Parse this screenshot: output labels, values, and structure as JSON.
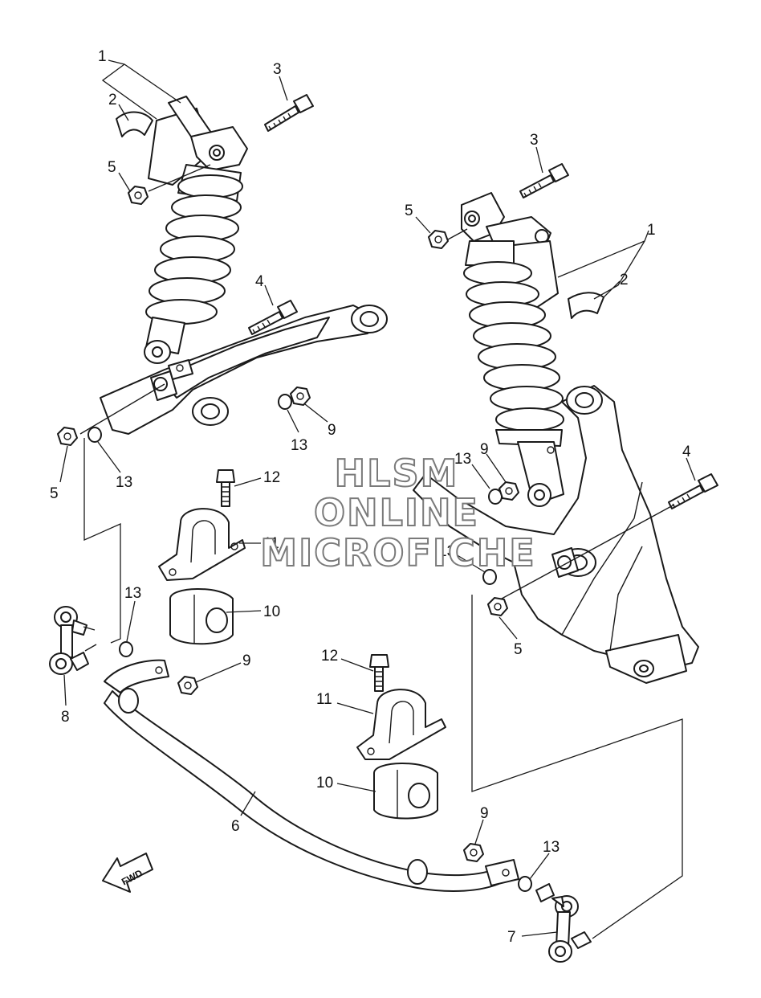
{
  "watermark": {
    "line1": "HLSM",
    "line2": "ONLINE",
    "line3": "MICROFICHE"
  },
  "direction_label": "FWD",
  "callouts": {
    "left_shock_1": "1",
    "left_shock_2": "2",
    "left_bolt_3": "3",
    "left_nut_5_top": "5",
    "left_bolt_4": "4",
    "left_nut_5_bottom": "5",
    "left_washer_13": "13",
    "left_nut_9": "9",
    "left_washer_13b": "13",
    "upper_bolt_12": "12",
    "upper_bracket_11": "11",
    "upper_bushing_10": "10",
    "link_washer_13": "13",
    "link_nut_9": "9",
    "left_link_8": "8",
    "right_shock_3": "3",
    "right_shock_5": "5",
    "right_shock_1": "1",
    "right_shock_2": "2",
    "right_bolt_4": "4",
    "right_washer_13": "13",
    "right_nut_9": "9",
    "right_washer_13b": "13",
    "right_nut_5": "5",
    "lower_bolt_12": "12",
    "lower_bracket_11": "11",
    "lower_bushing_10": "10",
    "stabilizer_6": "6",
    "right_nut_9b": "9",
    "right_washer_13c": "13",
    "right_link_7": "7"
  }
}
